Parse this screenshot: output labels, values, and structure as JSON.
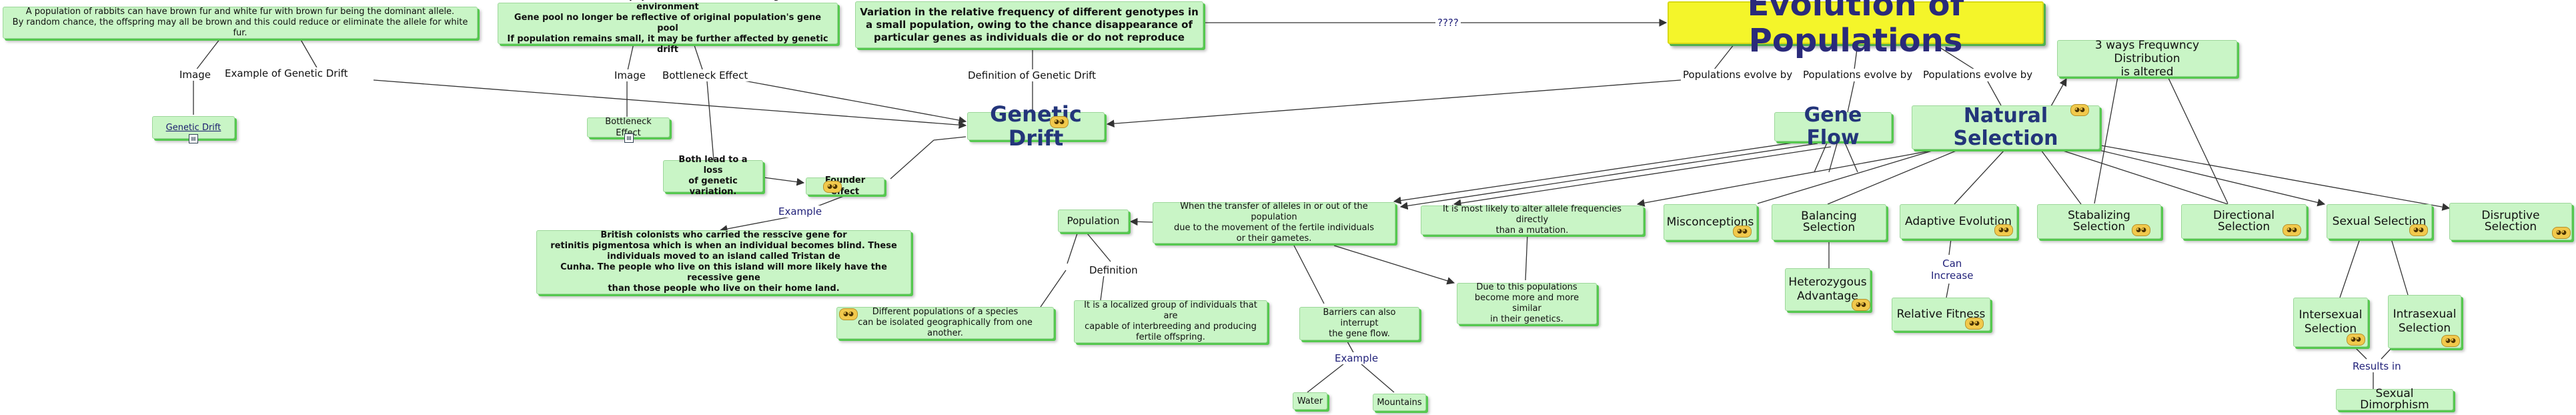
{
  "diagram": {
    "nodes": {
      "rabbits": "A population of rabbits can have brown fur and white fur with brown fur being the dominant allele.\nBy random chance, the offspring may all be brown and this could reduce or eliminate the allele for white fur.",
      "bottleneck_def": "A sudden reduction in  population size due to a change in the environment\nGene pool no longer be reflective of original population's gene pool\nIf population remains small, it may be further affected by genetic drift",
      "variation": "Variation in the relative frequency of different genotypes in\na small population, owing to the chance disappearance of\nparticular genes as individuals die or do not reproduce",
      "evolution": "Evolution of Populations",
      "three_ways": "3 ways Frequwncy Distribution\nis altered",
      "genetic_drift_img": "Genetic Drift",
      "bottleneck_img": "Bottleneck Effect",
      "genetic_drift": "Genetic Drift",
      "gene_flow": "Gene Flow",
      "natural_selection": "Natural Selection",
      "both_lead": "Both lead to a loss\nof genetic variation.",
      "founder": "Founder effect",
      "british": "British colonists who carried the resscive gene for\nretinitis pigmentosa which is when an individual becomes blind. These\nindividuals moved to an island called Tristan de\nCunha. The people who live on this island will more likely have the recessive gene\nthan those people who live on their home land.",
      "population": "Population",
      "transfer": "When the transfer of alleles in or out of the population\ndue to the movement of the fertile individuals\nor their gametes.",
      "likely": "It is most likely to alter allele frequencies directly\nthan a mutation.",
      "misconceptions": "Misconceptions",
      "balancing": "Balancing Selection",
      "adaptive": "Adaptive Evolution",
      "stabilizing": "Stabalizing Selection",
      "directional": "Directional Selection",
      "sexual": "Sexual Selection",
      "disruptive": "Disruptive Selection",
      "heterozygous": "Heterozygous\nAdvantage",
      "relative_fitness": "Relative Fitness",
      "different_pops": "Different populations of a species\ncan be isolated geographically from one another.",
      "localized": "It is a localized group of individuals that are\ncapable of interbreeding and producing\nfertile offspring.",
      "barriers": "Barriers can also interrupt\nthe gene flow.",
      "due_to": "Due to this populations\nbecome more and more similar\nin their genetics.",
      "water": "Water",
      "mountains": "Mountains",
      "intersexual": "Intersexual\nSelection",
      "intrasexual": "Intrasexual\nSelection",
      "sexual_dimorphism": "Sexual Dimorphism"
    },
    "labels": {
      "image1": "Image",
      "example_gd": "Example of Genetic Drift",
      "image2": "Image",
      "bottleneck": "Bottleneck Effect",
      "definition_gd": "Definition of Genetic Drift",
      "question": "????",
      "pev1": "Populations evolve by",
      "pev2": "Populations evolve by",
      "pev3": "Populations evolve by",
      "example_f": "Example",
      "definition_p": "Definition",
      "can_increase": "Can\nIncrease",
      "example_b": "Example",
      "results_in": "Results in"
    },
    "icons": {
      "badge": "resource-badge-icon",
      "doc": "document-icon"
    },
    "colors": {
      "node_fill": "#c9f5c6",
      "node_shadow": "#55c84f",
      "title_fill": "#f4f52a",
      "title_text": "#2a2a7a",
      "line": "#333333"
    }
  }
}
